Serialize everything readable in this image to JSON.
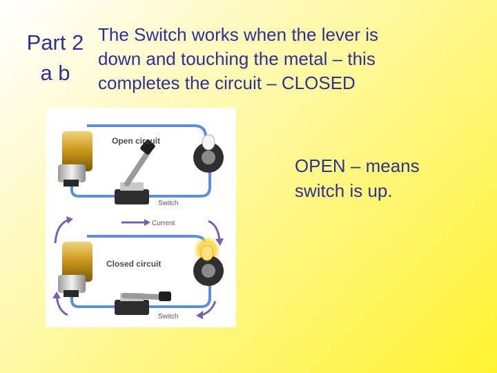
{
  "slide": {
    "title_line1": "Part 2",
    "title_line2": "a b",
    "body_line1": "The Switch works when the lever is",
    "body_line2": "down and touching the metal – this",
    "body_line3": "completes the circuit – CLOSED",
    "note_line1": "OPEN – means",
    "note_line2": "switch is up."
  },
  "figure": {
    "open_label": "Open circuit",
    "switch_label_top": "Switch",
    "current_label": "Current",
    "closed_label": "Closed circuit",
    "switch_label_bottom": "Switch"
  },
  "colors": {
    "text": "#2e3192",
    "wire": "#5b8fd9",
    "arrow": "#7a5fb0",
    "motor": "#c89418"
  }
}
